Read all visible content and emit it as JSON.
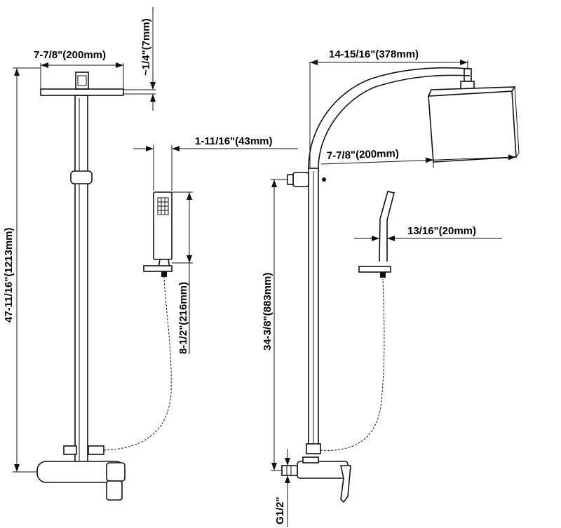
{
  "dimensions": {
    "head_width_left": "7-7/8\"(200mm)",
    "head_thickness": "~1/4\"(7mm)",
    "total_height": "47-11/16\"(1213mm)",
    "handheld_width": "1-11/16\"(43mm)",
    "handheld_length": "8-1/2\"(216mm)",
    "arm_reach": "14-15/16\"(378mm)",
    "head_width_right": "7-7/8\"(200mm)",
    "handheld_side_width": "13/16\"(20mm)",
    "rail_height": "34-3/8\"(883mm)",
    "inlet_thread": "G1/2\""
  }
}
